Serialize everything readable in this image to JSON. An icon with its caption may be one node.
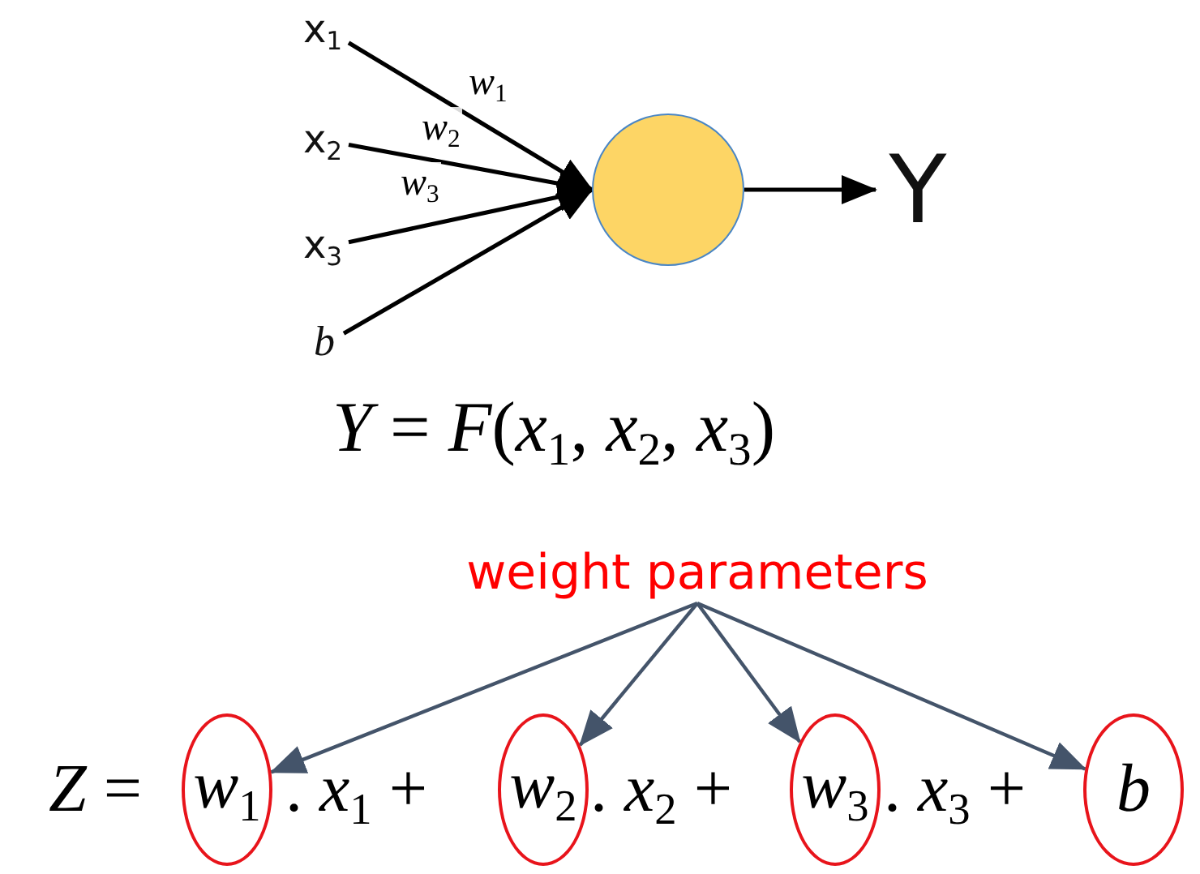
{
  "diagram": {
    "nodes": [
      {
        "text": [
          "x$_{1}$"
        ]
      },
      {
        "text": [
          "x$_{2}$"
        ]
      },
      {
        "text": [
          "x$_{3}$"
        ]
      },
      {
        "text": [
          "b"
        ]
      },
      {
        "text": [],
        "shape": "circle"
      },
      {
        "text": [
          "Y"
        ]
      },
      {
        "text": [
          "weight parameters"
        ]
      },
      {
        "text": [
          "w$_{1}$"
        ]
      },
      {
        "text": [
          "w$_{2}$"
        ]
      },
      {
        "text": [
          "w$_{3}$"
        ]
      },
      {
        "text": [
          "b"
        ]
      }
    ],
    "edges": [
      {
        "from": 0,
        "to": 4,
        "arrow": "to",
        "label": "w$_{1}$"
      },
      {
        "from": 1,
        "to": 4,
        "arrow": "to",
        "label": "w$_{2}$"
      },
      {
        "from": 2,
        "to": 4,
        "arrow": "to",
        "label": "w$_{3}$"
      },
      {
        "from": 3,
        "to": 4,
        "arrow": "to"
      },
      {
        "from": 4,
        "to": 5,
        "arrow": "to"
      },
      {
        "from": 6,
        "to": 7,
        "arrow": "to",
        "color": "#44546a"
      },
      {
        "from": 6,
        "to": 8,
        "arrow": "to",
        "color": "#44546a"
      },
      {
        "from": 6,
        "to": 9,
        "arrow": "to",
        "color": "#44546a"
      },
      {
        "from": 6,
        "to": 10,
        "arrow": "to",
        "color": "#44546a"
      }
    ],
    "labels": [
      "*Y* = *F*(*x*$_{1}$, *x*$_{2}$, *x*$_{3}$)",
      "*Z* =",
      ". *x*$_{1}$ +",
      ". *x*$_{2}$ +",
      ". *x*$_{3}$ +"
    ]
  }
}
